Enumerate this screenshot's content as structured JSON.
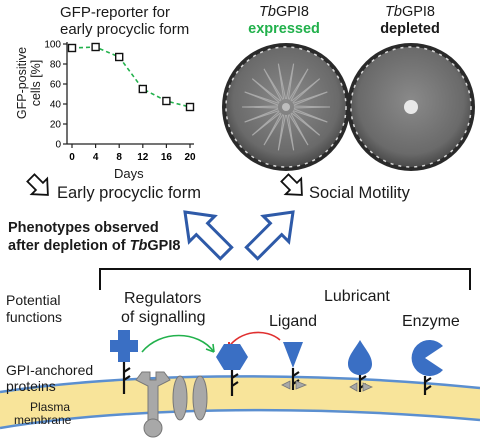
{
  "chart": {
    "title_line1": "GFP-reporter for",
    "title_line2": "early procyclic form",
    "ylabel_line1": "GFP-positive",
    "ylabel_line2": "cells [%]",
    "xlabel": "Days",
    "y_ticks": [
      "0",
      "20",
      "40",
      "60",
      "80",
      "100"
    ],
    "x_ticks": [
      "0",
      "4",
      "8",
      "12",
      "16",
      "20"
    ]
  },
  "chart_data": {
    "type": "scatter",
    "title": "GFP-reporter for early procyclic form",
    "xlabel": "Days",
    "ylabel": "GFP-positive cells [%]",
    "xlim": [
      0,
      20
    ],
    "ylim": [
      0,
      100
    ],
    "line_style": "dashed",
    "line_color": "#22b14c",
    "series": [
      {
        "x": [
          0,
          4,
          8,
          12,
          16,
          20
        ],
        "values": [
          96,
          97,
          87,
          55,
          43,
          37
        ]
      }
    ]
  },
  "plates": {
    "left": {
      "prefix": "Tb",
      "name": "GPI8",
      "status": "expressed"
    },
    "right": {
      "prefix": "Tb",
      "name": "GPI8",
      "status": "depleted"
    }
  },
  "phenotypes": {
    "early": "Early procyclic form",
    "motility": "Social Motility",
    "heading_line1": "Phenotypes observed",
    "heading_line2_prefix": "after depletion of ",
    "heading_line2_ital": "Tb",
    "heading_line2_suffix": "GPI8"
  },
  "functions": {
    "label_line1": "Potential",
    "label_line2": "functions",
    "regulators_line1": "Regulators",
    "regulators_line2": "of signalling",
    "lubricant": "Lubricant",
    "ligand": "Ligand",
    "enzyme": "Enzyme"
  },
  "membrane": {
    "proteins_line1": "GPI-anchored",
    "proteins_line2": "proteins",
    "plasma_line1": "Plasma",
    "plasma_line2": "membrane"
  },
  "colors": {
    "protein_blue": "#3a6fc4",
    "membrane_yellow": "#f8e49a",
    "membrane_edge": "#5b8fd0",
    "curve_green": "#22b14c",
    "arrow_red": "#e03030",
    "receptor_grey": "#a8a8a8"
  }
}
